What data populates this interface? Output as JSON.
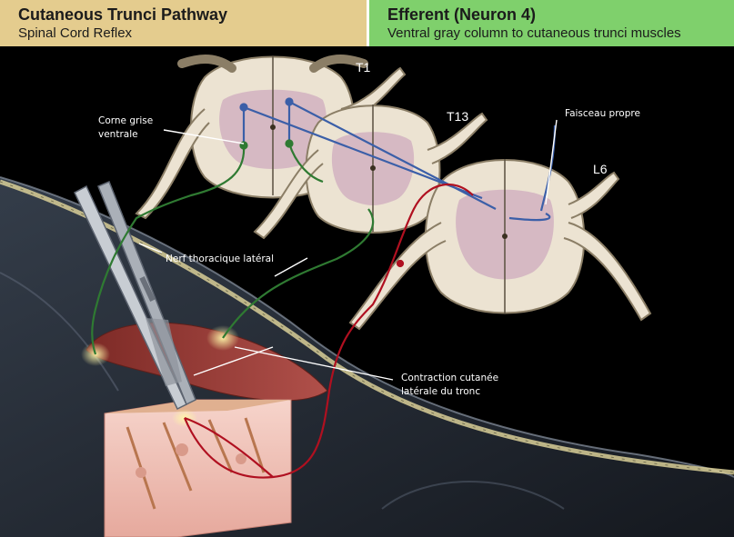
{
  "header": {
    "left": {
      "title": "Cutaneous Trunci Pathway",
      "subtitle": "Spinal Cord Reflex"
    },
    "right": {
      "title": "Efferent (Neuron 4)",
      "subtitle": "Ventral gray column to cutaneous trunci muscles"
    }
  },
  "segments": {
    "t1": "T1",
    "t13": "T13",
    "l6": "L6"
  },
  "labels": {
    "corne_line1": "Corne grise",
    "corne_line2": "ventrale",
    "faisceau": "Faisceau propre",
    "nerf": "Nerf thoracique latéral",
    "contraction_line1": "Contraction cutanée",
    "contraction_line2": "latérale du tronc"
  },
  "colors": {
    "header_left": "#e4cc8e",
    "header_right": "#7fd06c",
    "efferent_nerve": "#2f7a32",
    "afferent_nerve": "#b01020",
    "propriospinal_tract": "#3b5fa8",
    "cord_white_matter": "#ece3d2",
    "cord_gray_matter": "#d6b9c3",
    "muscle": "#9c3b34",
    "skin": "#f1c4ba"
  }
}
